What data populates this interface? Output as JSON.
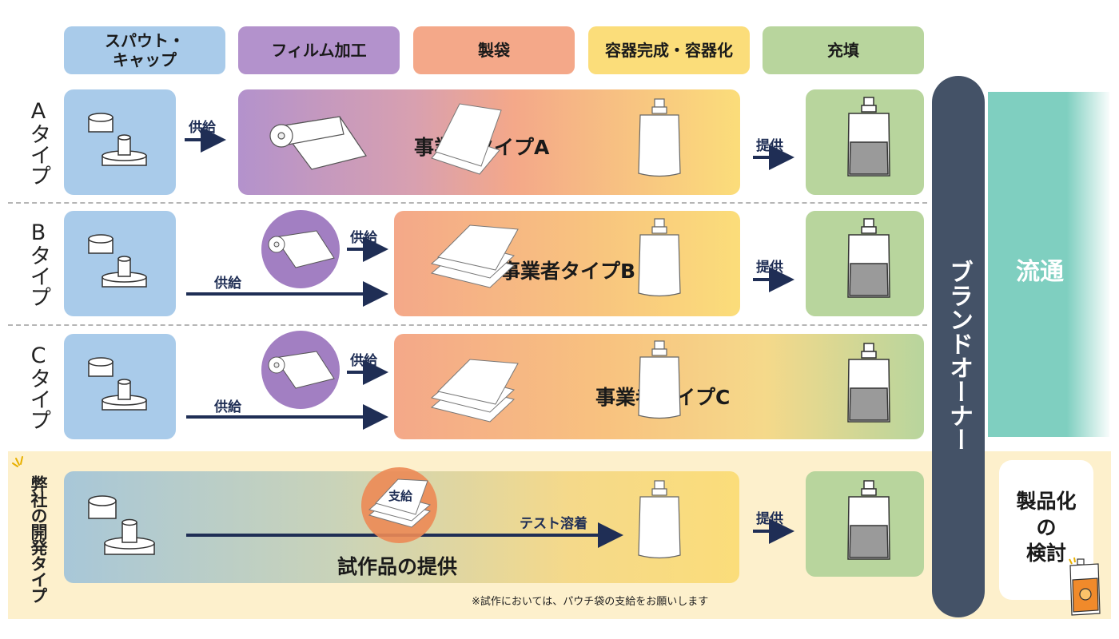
{
  "headers": {
    "spout_cap": "スパウト・\nキャップ",
    "film": "フィルム加工",
    "bag": "製袋",
    "container": "容器完成・容器化",
    "fill": "充填"
  },
  "rows": {
    "a_label": "Aタイプ",
    "b_label": "Bタイプ",
    "c_label": "Cタイプ",
    "own_label": "弊社の開発タイプ"
  },
  "arrows": {
    "supply": "供給",
    "provide": "提供",
    "issue": "支給",
    "test": "テスト溶着"
  },
  "boxes": {
    "type_a": "事業者タイプA",
    "type_b": "事業者タイプB",
    "type_c": "事業者タイプC",
    "trial": "試作品の提供"
  },
  "brand_owner": "ブランドオーナー",
  "distribution": "流通",
  "productize": "製品化\nの\n検討",
  "footnote": "※試作においては、パウチ袋の支給をお願いします",
  "colors": {
    "spout": "#a9cbea",
    "film": "#b392cc",
    "bag": "#f4a889",
    "container": "#fbdd7a",
    "fill": "#b8d59d",
    "brand": "#445267",
    "distribution": "#7fcfc0",
    "arrow": "#1f2e55"
  }
}
